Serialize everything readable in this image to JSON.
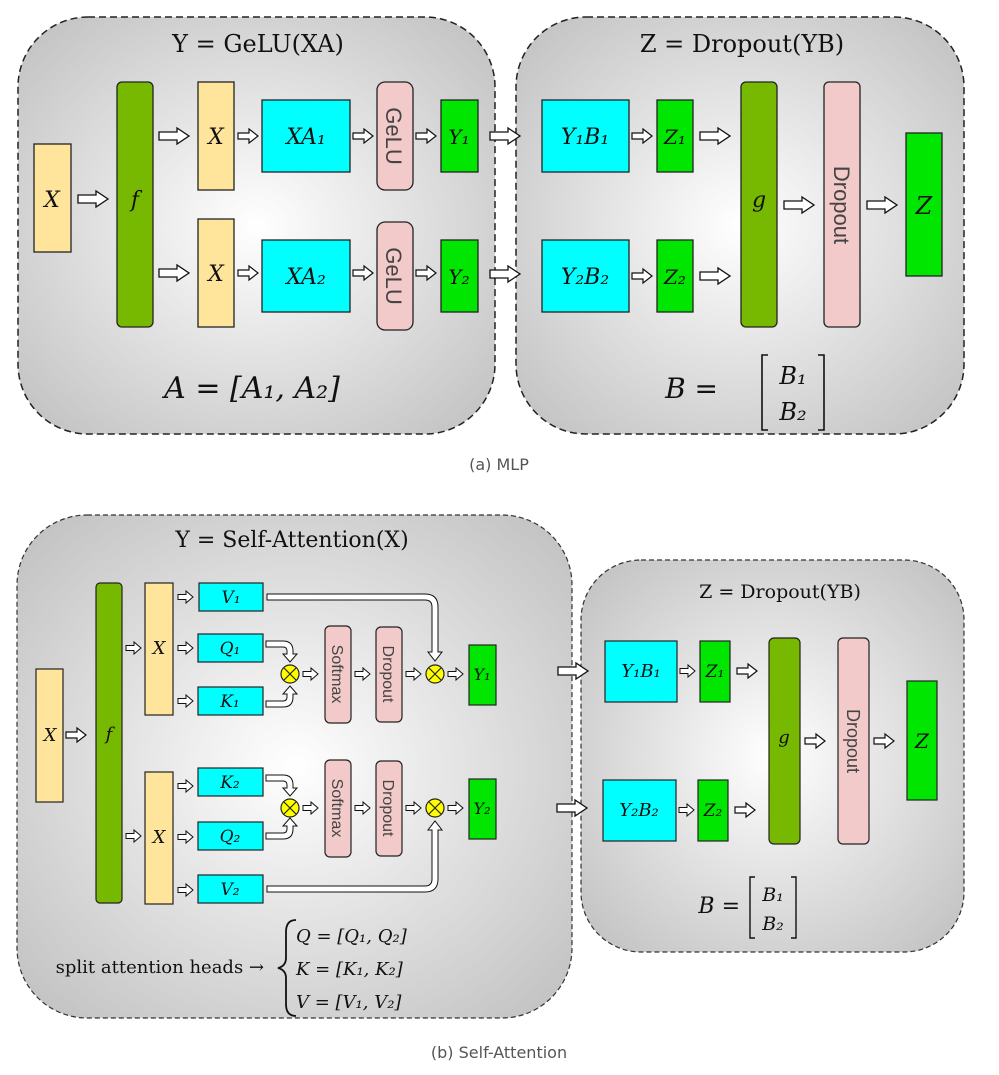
{
  "panel_a": {
    "caption": "(a) MLP",
    "left_block": {
      "title": "Y = GeLU(XA)",
      "input": "X",
      "split_fn": "f",
      "branches": [
        {
          "input": "X",
          "matmul": "XA₁",
          "activation": "GeLU",
          "output": "Y₁"
        },
        {
          "input": "X",
          "matmul": "XA₂",
          "activation": "GeLU",
          "output": "Y₂"
        }
      ],
      "footer": "A = [A₁, A₂]"
    },
    "right_block": {
      "title": "Z = Dropout(YB)",
      "branches": [
        {
          "matmul": "Y₁B₁",
          "output": "Z₁"
        },
        {
          "matmul": "Y₂B₂",
          "output": "Z₂"
        }
      ],
      "reduce_fn": "g",
      "dropout": "Dropout",
      "output": "Z",
      "footer_lhs": "B =",
      "footer_matrix": [
        "B₁",
        "B₂"
      ]
    }
  },
  "panel_b": {
    "caption": "(b) Self-Attention",
    "left_block": {
      "title": "Y = Self-Attention(X)",
      "input": "X",
      "split_fn": "f",
      "heads": [
        {
          "input": "X",
          "v": "V₁",
          "q": "Q₁",
          "k": "K₁",
          "softmax": "Softmax",
          "dropout": "Dropout",
          "output": "Y₁"
        },
        {
          "input": "X",
          "k": "K₂",
          "q": "Q₂",
          "v": "V₂",
          "softmax": "Softmax",
          "dropout": "Dropout",
          "output": "Y₂"
        }
      ],
      "footer_label": "split attention heads →",
      "footer_defs": [
        "Q = [Q₁, Q₂]",
        "K = [K₁, K₂]",
        "V = [V₁, V₂]"
      ]
    },
    "right_block": {
      "title": "Z = Dropout(YB)",
      "branches": [
        {
          "matmul": "Y₁B₁",
          "output": "Z₁"
        },
        {
          "matmul": "Y₂B₂",
          "output": "Z₂"
        }
      ],
      "reduce_fn": "g",
      "dropout": "Dropout",
      "output": "Z",
      "footer_lhs": "B =",
      "footer_matrix": [
        "B₁",
        "B₂"
      ]
    }
  },
  "colors": {
    "input_box": "#FFE49C",
    "fn_box": "#76B900",
    "matmul_box": "#00FFFF",
    "output_box": "#00E600",
    "op_box": "#F2CACA",
    "multiply_node": "#FFFF00"
  }
}
